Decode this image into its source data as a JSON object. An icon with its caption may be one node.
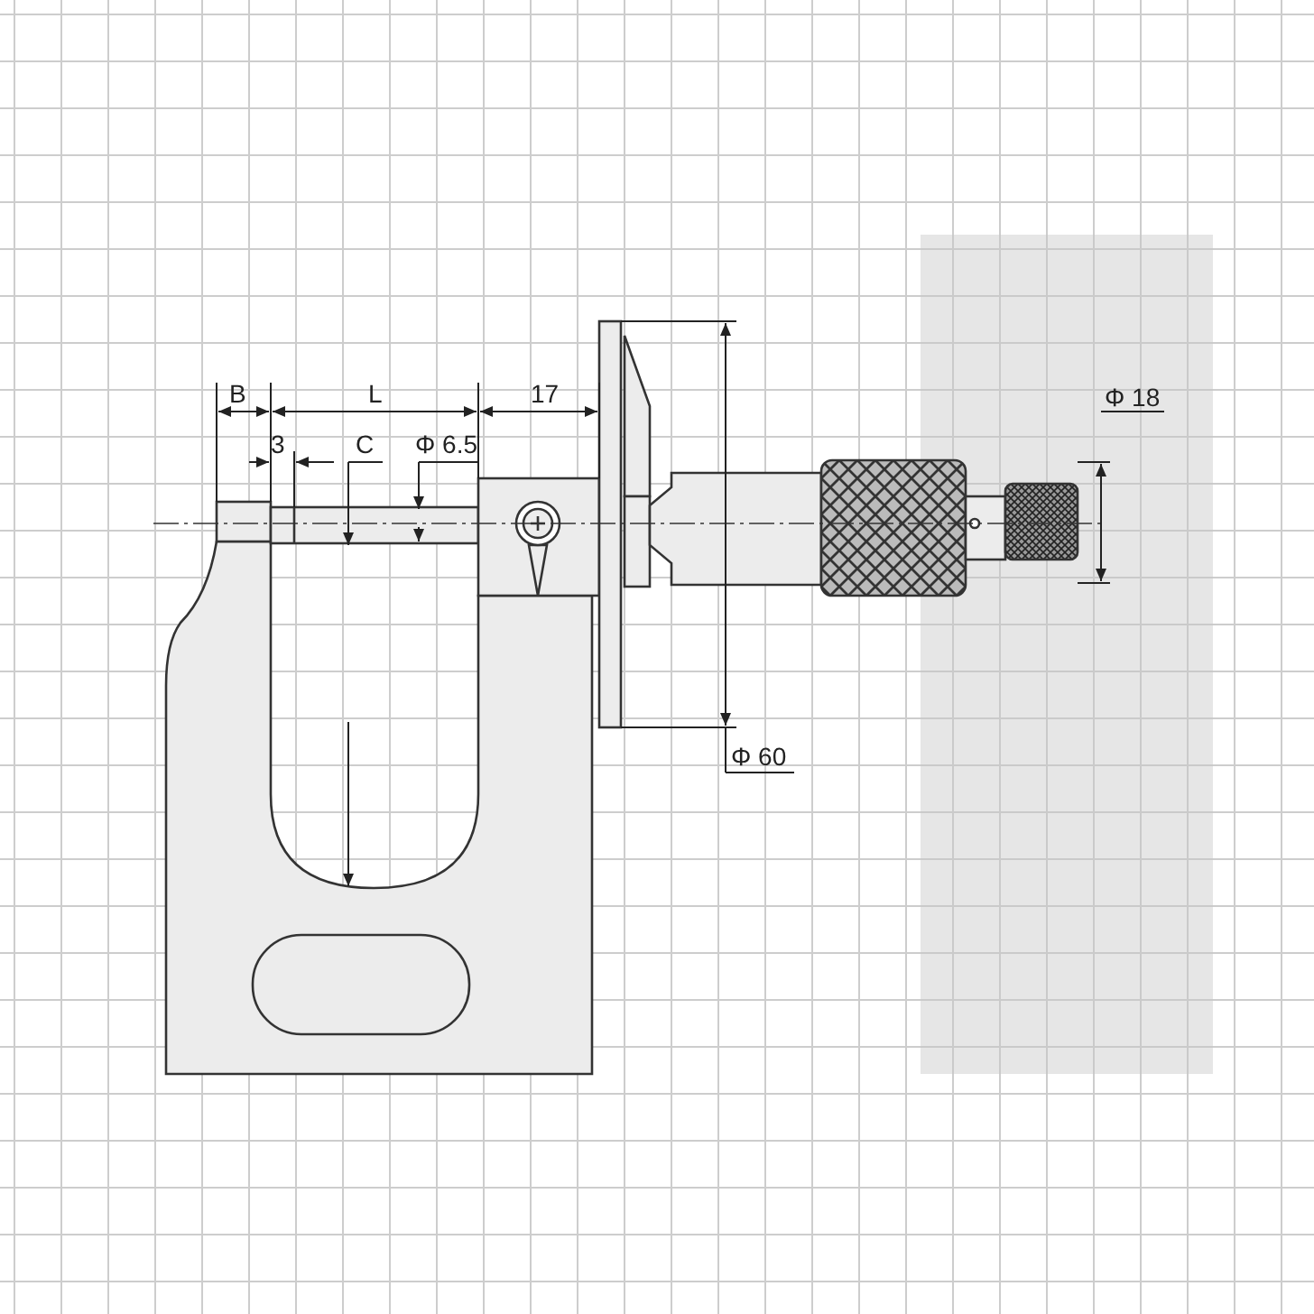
{
  "diagram": {
    "labels": [
      "B",
      "L",
      "17",
      "3",
      "C",
      "Φ 6.5",
      "Φ 18",
      "Φ 60"
    ]
  }
}
